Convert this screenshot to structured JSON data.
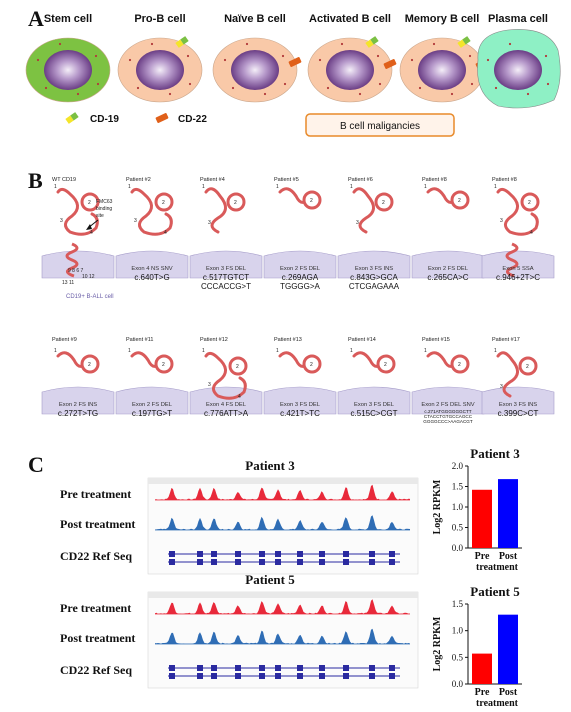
{
  "panels": {
    "a": "A",
    "b": "B",
    "c": "C"
  },
  "panel_a": {
    "cells": [
      {
        "label": "Stem cell",
        "fill": "#7dc242",
        "cd19": false,
        "cd22": false
      },
      {
        "label": "Pro-B cell",
        "fill": "#f9c9a8",
        "cd19": true,
        "cd22": false
      },
      {
        "label": "Naïve B cell",
        "fill": "#f9c9a8",
        "cd19": false,
        "cd22": true
      },
      {
        "label": "Activated B cell",
        "fill": "#f9c9a8",
        "cd19": true,
        "cd22": true
      },
      {
        "label": "Memory B cell",
        "fill": "#f9c9a8",
        "cd19": true,
        "cd22": true
      },
      {
        "label": "Plasma cell",
        "fill": "#8ef0c5",
        "cd19": false,
        "cd22": false
      }
    ],
    "legend_cd19": "CD-19",
    "legend_cd22": "CD-22",
    "malignancies_label": "B cell maligancies",
    "colors": {
      "nucleus": "#8a5a9e",
      "cd19_yellow": "#f4e52a",
      "cd19_green": "#7bc043",
      "cd22": "#e0601a",
      "box_border": "#e88a2a"
    }
  },
  "panel_b": {
    "row1": [
      {
        "title": "WT CD19",
        "line1": "",
        "line2": "",
        "line3": ""
      },
      {
        "title": "Patient #2",
        "line1": "Exon 4 NS SNV",
        "line2": "c.640T>G",
        "line3": ""
      },
      {
        "title": "Patient #4",
        "line1": "Exon 3 FS DEL",
        "line2": "c.517TGTCT",
        "line3": "CCCACCG>T"
      },
      {
        "title": "Patient #5",
        "line1": "Exon 2 FS DEL",
        "line2": "c.269AGA",
        "line3": "TGGGG>A"
      },
      {
        "title": "Patient #6",
        "line1": "Exon 3 FS INS",
        "line2": "c.843G>GCA",
        "line3": "CTCGAGAAA"
      },
      {
        "title": "Patient #8",
        "line1": "Exon 2 FS DEL",
        "line2": "c.265CA>C",
        "line3": ""
      },
      {
        "title": "Patient #8",
        "line1": "Exon 5 SSA",
        "line2": "c.946+2T>C",
        "line3": ""
      }
    ],
    "row2": [
      {
        "title": "Patient #9",
        "line1": "Exon 2 FS INS",
        "line2": "c.272T>TG",
        "line3": ""
      },
      {
        "title": "Patient #11",
        "line1": "Exon 2 FS DEL",
        "line2": "c.197TG>T",
        "line3": ""
      },
      {
        "title": "Patient #12",
        "line1": "Exon 4 FS DEL",
        "line2": "c.776ATT>A",
        "line3": ""
      },
      {
        "title": "Patient #13",
        "line1": "Exon 3 FS DEL",
        "line2": "c.421T>TC",
        "line3": ""
      },
      {
        "title": "Patient #14",
        "line1": "Exon 3 FS DEL",
        "line2": "c.515C>CGT",
        "line3": ""
      },
      {
        "title": "Patient #15",
        "line1": "Exon 2 FS DEL SNV",
        "line2": "c.271ATGGGGGGCTT",
        "line3": "CTACCTGTGCCAGCC",
        "line4": "GGGGCCC>AAGACGT"
      },
      {
        "title": "Patient #17",
        "line1": "Exon 3 FS INS",
        "line2": "c.399C>CT",
        "line3": ""
      }
    ],
    "fmc63_label_1": "FMC63",
    "fmc63_label_2": "binding",
    "fmc63_label_3": "site",
    "membrane_caption": "CD19+ B-ALL cell",
    "colors": {
      "protein": "#d95a5a",
      "membrane": "#b9b2d8"
    }
  },
  "panel_c": {
    "tracks": [
      {
        "patient": "Patient 3",
        "pre": "Pre treatment",
        "post": "Post treatment",
        "ref": "CD22 Ref Seq"
      },
      {
        "patient": "Patient 5",
        "pre": "Pre treatment",
        "post": "Post treatment",
        "ref": "CD22 Ref Seq"
      }
    ],
    "colors": {
      "pre": "#e8293a",
      "post": "#2f6db5",
      "ref": "#2a2aa0"
    }
  },
  "chart_data": [
    {
      "type": "bar",
      "title": "Patient 3",
      "categories": [
        "Pre treatment",
        "Post treatment"
      ],
      "tick_labels": [
        "Pre",
        "Post"
      ],
      "xlabel": "treatment",
      "ylabel": "Log2 RPKM",
      "values": [
        1.42,
        1.68
      ],
      "colors": [
        "#ff0000",
        "#0000ff"
      ],
      "ylim": [
        0,
        2.0
      ],
      "yticks": [
        "0.0",
        "0.5",
        "1.0",
        "1.5",
        "2.0"
      ]
    },
    {
      "type": "bar",
      "title": "Patient 5",
      "categories": [
        "Pre treatment",
        "Post treatment"
      ],
      "tick_labels": [
        "Pre",
        "Post"
      ],
      "xlabel": "treatment",
      "ylabel": "Log2 RPKM",
      "values": [
        0.57,
        1.3
      ],
      "colors": [
        "#ff0000",
        "#0000ff"
      ],
      "ylim": [
        0,
        1.5
      ],
      "yticks": [
        "0.0",
        "0.5",
        "1.0",
        "1.5"
      ]
    }
  ]
}
